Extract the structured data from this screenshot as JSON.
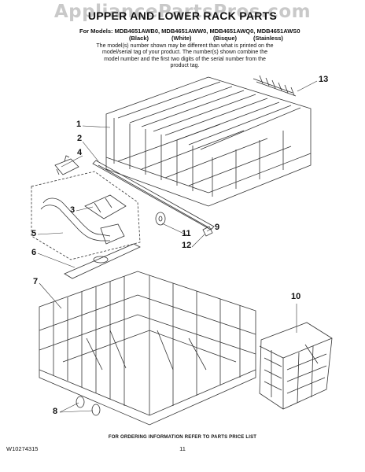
{
  "watermark": "AppliancePartsPros.com",
  "title": "UPPER AND LOWER RACK PARTS",
  "models_line": "For Models: MDB4651AWB0, MDB4651AWW0, MDB4651AWQ0, MDB4651AWS0",
  "colors": [
    "(Black)",
    "(White)",
    "(Bisque)",
    "(Stainless)"
  ],
  "note": "The model(s) number shown may be different than what is printed on the model/serial tag of your product. The number(s) shown combine the model number and the first two digits of the serial number from the product tag.",
  "callouts": [
    "1",
    "2",
    "3",
    "4",
    "5",
    "6",
    "7",
    "8",
    "9",
    "10",
    "11",
    "12",
    "13"
  ],
  "footer": {
    "ordering": "FOR ORDERING INFORMATION REFER TO PARTS PRICE LIST",
    "doc_number": "W10274315",
    "page_number": "11"
  }
}
